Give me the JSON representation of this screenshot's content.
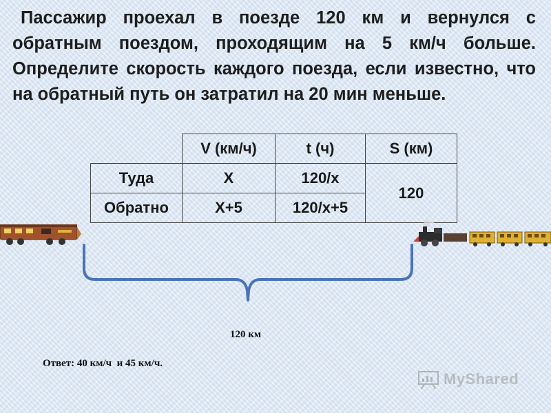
{
  "problem_text": "Пассажир проехал в поезде 120 км и вернулся с обратным поездом, проходящим на 5 км/ч больше. Определите скорость каждого поезда, если известно, что на обратный путь он затратил на 20 мин меньше.",
  "table": {
    "headers": [
      "V (км/ч)",
      "t (ч)",
      "S (км)"
    ],
    "rows": [
      {
        "label": "Туда",
        "v": "X",
        "t": "120/x"
      },
      {
        "label": "Обратно",
        "v": "X+5",
        "t": "120/x+5"
      }
    ],
    "distance": "120"
  },
  "brace_label": "120 км",
  "answer": "Ответ: 40 км/ч  и 45 км/ч.",
  "watermark": "MyShared",
  "icons": {
    "left_train": "locomotive-icon",
    "right_train": "steam-train-icon",
    "watermark": "presentation-board-icon"
  },
  "colors": {
    "background": "#dde8f4",
    "brace": "#4a73b8",
    "text": "#1e1e1e"
  }
}
